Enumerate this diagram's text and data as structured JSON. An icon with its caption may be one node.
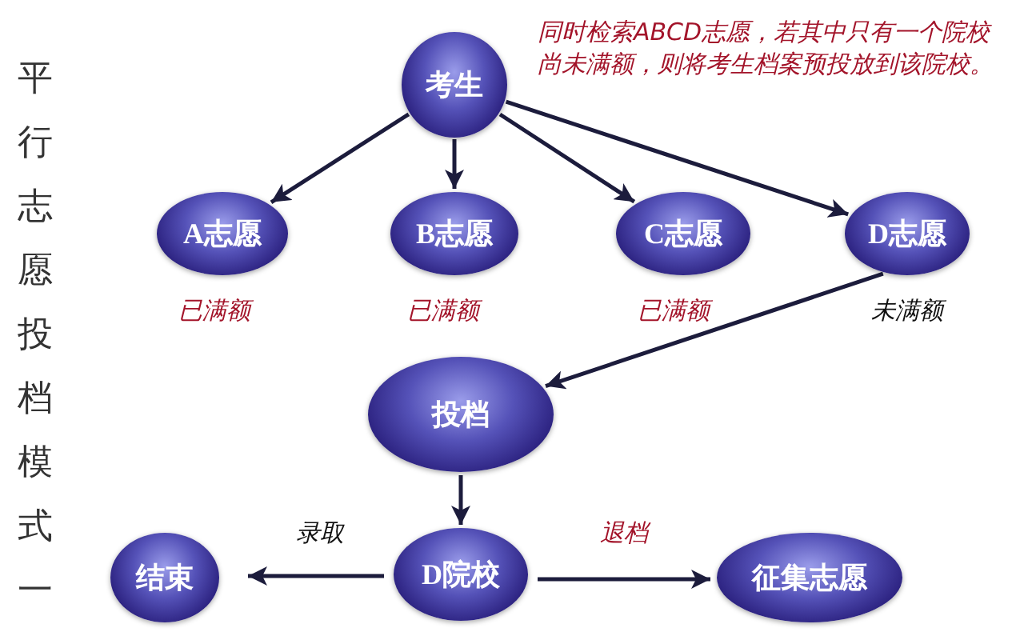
{
  "diagram": {
    "title": "平行志愿投档模式一",
    "nodes": [
      {
        "text": [
          "考生"
        ]
      },
      {
        "text": [
          "A志愿"
        ],
        "beside": [
          "已满额"
        ]
      },
      {
        "text": [
          "B志愿"
        ],
        "beside": [
          "已满额"
        ]
      },
      {
        "text": [
          "C志愿"
        ],
        "beside": [
          "已满额"
        ]
      },
      {
        "text": [
          "D志愿"
        ],
        "beside": [
          "未满额"
        ]
      },
      {
        "text": [
          "投档"
        ]
      },
      {
        "text": [
          "D院校"
        ]
      },
      {
        "text": [
          "结束"
        ]
      },
      {
        "text": [
          "征集志愿"
        ]
      }
    ],
    "edges": [
      {
        "from": 0,
        "to": 1,
        "arrow": "to"
      },
      {
        "from": 0,
        "to": 2,
        "arrow": "to"
      },
      {
        "from": 0,
        "to": 3,
        "arrow": "to"
      },
      {
        "from": 0,
        "to": 4,
        "arrow": "to"
      },
      {
        "from": 4,
        "to": 5,
        "arrow": "to"
      },
      {
        "from": 5,
        "to": 6,
        "arrow": "to"
      },
      {
        "from": 6,
        "to": 7,
        "arrow": "to",
        "label": "录取"
      },
      {
        "from": 6,
        "to": 8,
        "arrow": "to",
        "label": "退档"
      }
    ],
    "labels": [
      "同时检索ABCD志愿，若其中只有一个院校尚未满额，则将考生档案预投放到该院校。"
    ]
  }
}
